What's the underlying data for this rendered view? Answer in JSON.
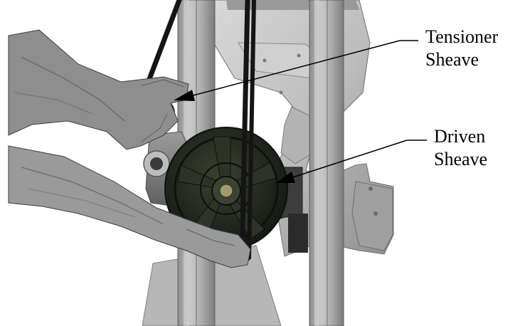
{
  "callouts": {
    "tensioner": {
      "line1": "Tensioner",
      "line2": "Sheave"
    },
    "driven": {
      "line1": "Driven",
      "line2": "Sheave"
    }
  },
  "colors": {
    "background": "#ffffff",
    "frame_metal": "#a9a9a9",
    "housing_metal": "#c4c4c4",
    "sheave": "#23291f",
    "bearing_block": "#2f4a35",
    "belt": "#151515",
    "skin": "#8b8b8b",
    "callout_text": "#000000"
  },
  "icons": [
    "tensioner-sheave-icon",
    "driven-sheave-icon",
    "drive-belt-icon",
    "upright-frame-icon",
    "left-hand-icon",
    "right-hand-icon"
  ]
}
